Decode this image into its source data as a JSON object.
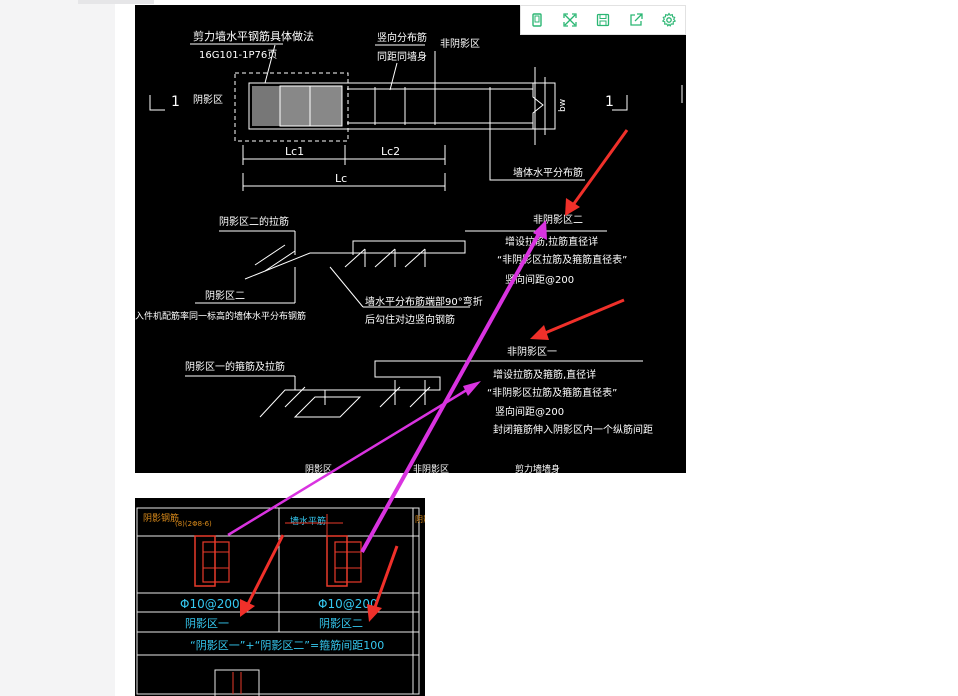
{
  "toolbar": {
    "items": [
      {
        "name": "phone-view-icon"
      },
      {
        "name": "fullscreen-icon"
      },
      {
        "name": "save-icon"
      },
      {
        "name": "share-icon"
      },
      {
        "name": "settings-icon"
      }
    ],
    "accent": "#2bb673"
  },
  "cad": {
    "title_line1": "剪力墙水平钢筋具体做法",
    "title_line2": "16G101-1P76页",
    "vertical_bar_label": "竖向分布筋",
    "same_wall_label": "同距同墙身",
    "non_shadow_label_top": "非阴影区",
    "shadow_zone_label": "阴影区",
    "section_mark": "1",
    "bw_label": "bw",
    "lc1": "Lc1",
    "lc2": "Lc2",
    "lc": "Lc",
    "wall_horizontal_label": "墙体水平分布筋",
    "zone2_tie_title": "阴影区二的拉筋",
    "zone2_label": "阴影区二",
    "zone2_note": "入件机配筋率同一标高的墙体水平分布钢筋",
    "hook_note1": "墙水平分布筋端部90°弯折",
    "hook_note2": "后勾住对边竖向钢筋",
    "non_shadow_2": "非阴影区二",
    "non_shadow_2_note1": "增设拉筋,拉筋直径详",
    "non_shadow_2_note2": "“非阴影区拉筋及箍筋直径表”",
    "non_shadow_2_note3": "竖向间距@200",
    "zone1_stirrup_title": "阴影区一的箍筋及拉筋",
    "non_shadow_1": "非阴影区一",
    "non_shadow_1_note1": "增设拉筋及箍筋,直径详",
    "non_shadow_1_note2": "“非阴影区拉筋及箍筋直径表”",
    "non_shadow_1_note3": "竖向间距@200",
    "non_shadow_1_note4": "封闭箍筋伸入阴影区内一个纵筋间距",
    "bottom_label1": "阴影区",
    "bottom_label2": "非阴影区",
    "bottom_label3": "剪力墙墙身"
  },
  "table": {
    "header_left": "阴影钢筋",
    "header_left_sub": "(8)(2Φ8-6)",
    "header_mid": "墙水平筋",
    "cell_left_value": "Φ10@200",
    "cell_right_value": "Φ10@200",
    "cell_left_zone": "阴影区一",
    "cell_right_zone": "阴影区二",
    "formula": "“阴影区一”+“阴影区二”=箍筋间距100",
    "right_edge": "阴影"
  }
}
